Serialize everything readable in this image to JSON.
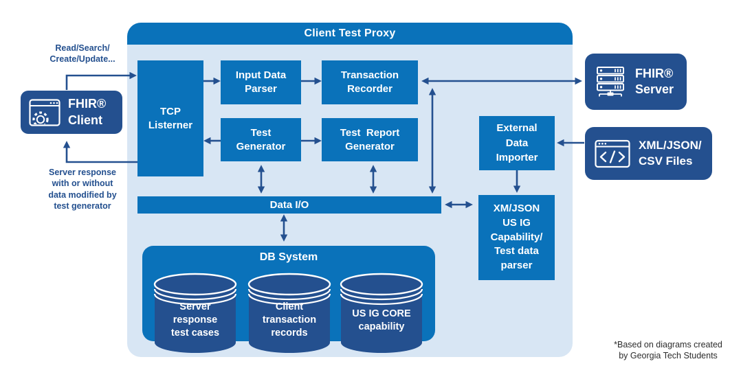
{
  "colors": {
    "medium_blue": "#0a72ba",
    "navy": "#24508f",
    "light_blue": "#d8e6f4",
    "arrow": "#24508f",
    "white_text": "#ffffff",
    "footer_text": "#2b2b2b"
  },
  "header": {
    "title": "Client Test Proxy"
  },
  "client_side": {
    "request_label": "Read/Search/\nCreate/Update...",
    "fhir_client_label": "FHIR®\nClient",
    "response_label": "Server response\nwith or without\ndata modified by\ntest generator"
  },
  "proxy": {
    "tcp_listener": "TCP\nListerner",
    "input_data_parser": "Input Data\nParser",
    "transaction_recorder": "Transaction\nRecorder",
    "test_generator": "Test\nGenerator",
    "test_report_generator": "Test  Report\nGenerator",
    "data_io": "Data I/O",
    "external_data_importer": "External\nData\nImporter",
    "xm_json_parser": "XM/JSON\nUS IG\nCapability/\nTest data\nparser",
    "db_system": {
      "title": "DB System",
      "cylinders": [
        "Server\nresponse\ntest cases",
        "Client\ntransaction\nrecords",
        "US IG CORE\ncapability"
      ]
    }
  },
  "external_systems": {
    "fhir_server_label": "FHIR®\nServer",
    "xml_files_label": "XML/JSON/\nCSV Files"
  },
  "footer": "*Based on diagrams created\nby Georgia Tech Students",
  "icons": {
    "client": "browser-gear-icon",
    "server": "server-rack-icon",
    "files": "code-window-icon"
  }
}
